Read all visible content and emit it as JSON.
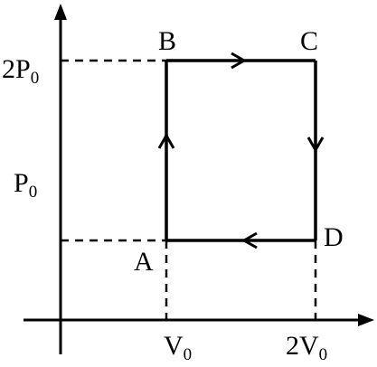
{
  "diagram": {
    "points": {
      "A": "A",
      "B": "B",
      "C": "C",
      "D": "D"
    },
    "y_axis": {
      "label_2p0_main": "2P",
      "label_2p0_sub": "0",
      "label_p0_main": "P",
      "label_p0_sub": "0"
    },
    "x_axis": {
      "label_v0_main": "V",
      "label_v0_sub": "0",
      "label_2v0_main": "2V",
      "label_2v0_sub": "0"
    },
    "cycle_order": [
      "A",
      "B",
      "C",
      "D"
    ],
    "colors": {
      "ink": "#000000",
      "background": "#ffffff"
    }
  }
}
